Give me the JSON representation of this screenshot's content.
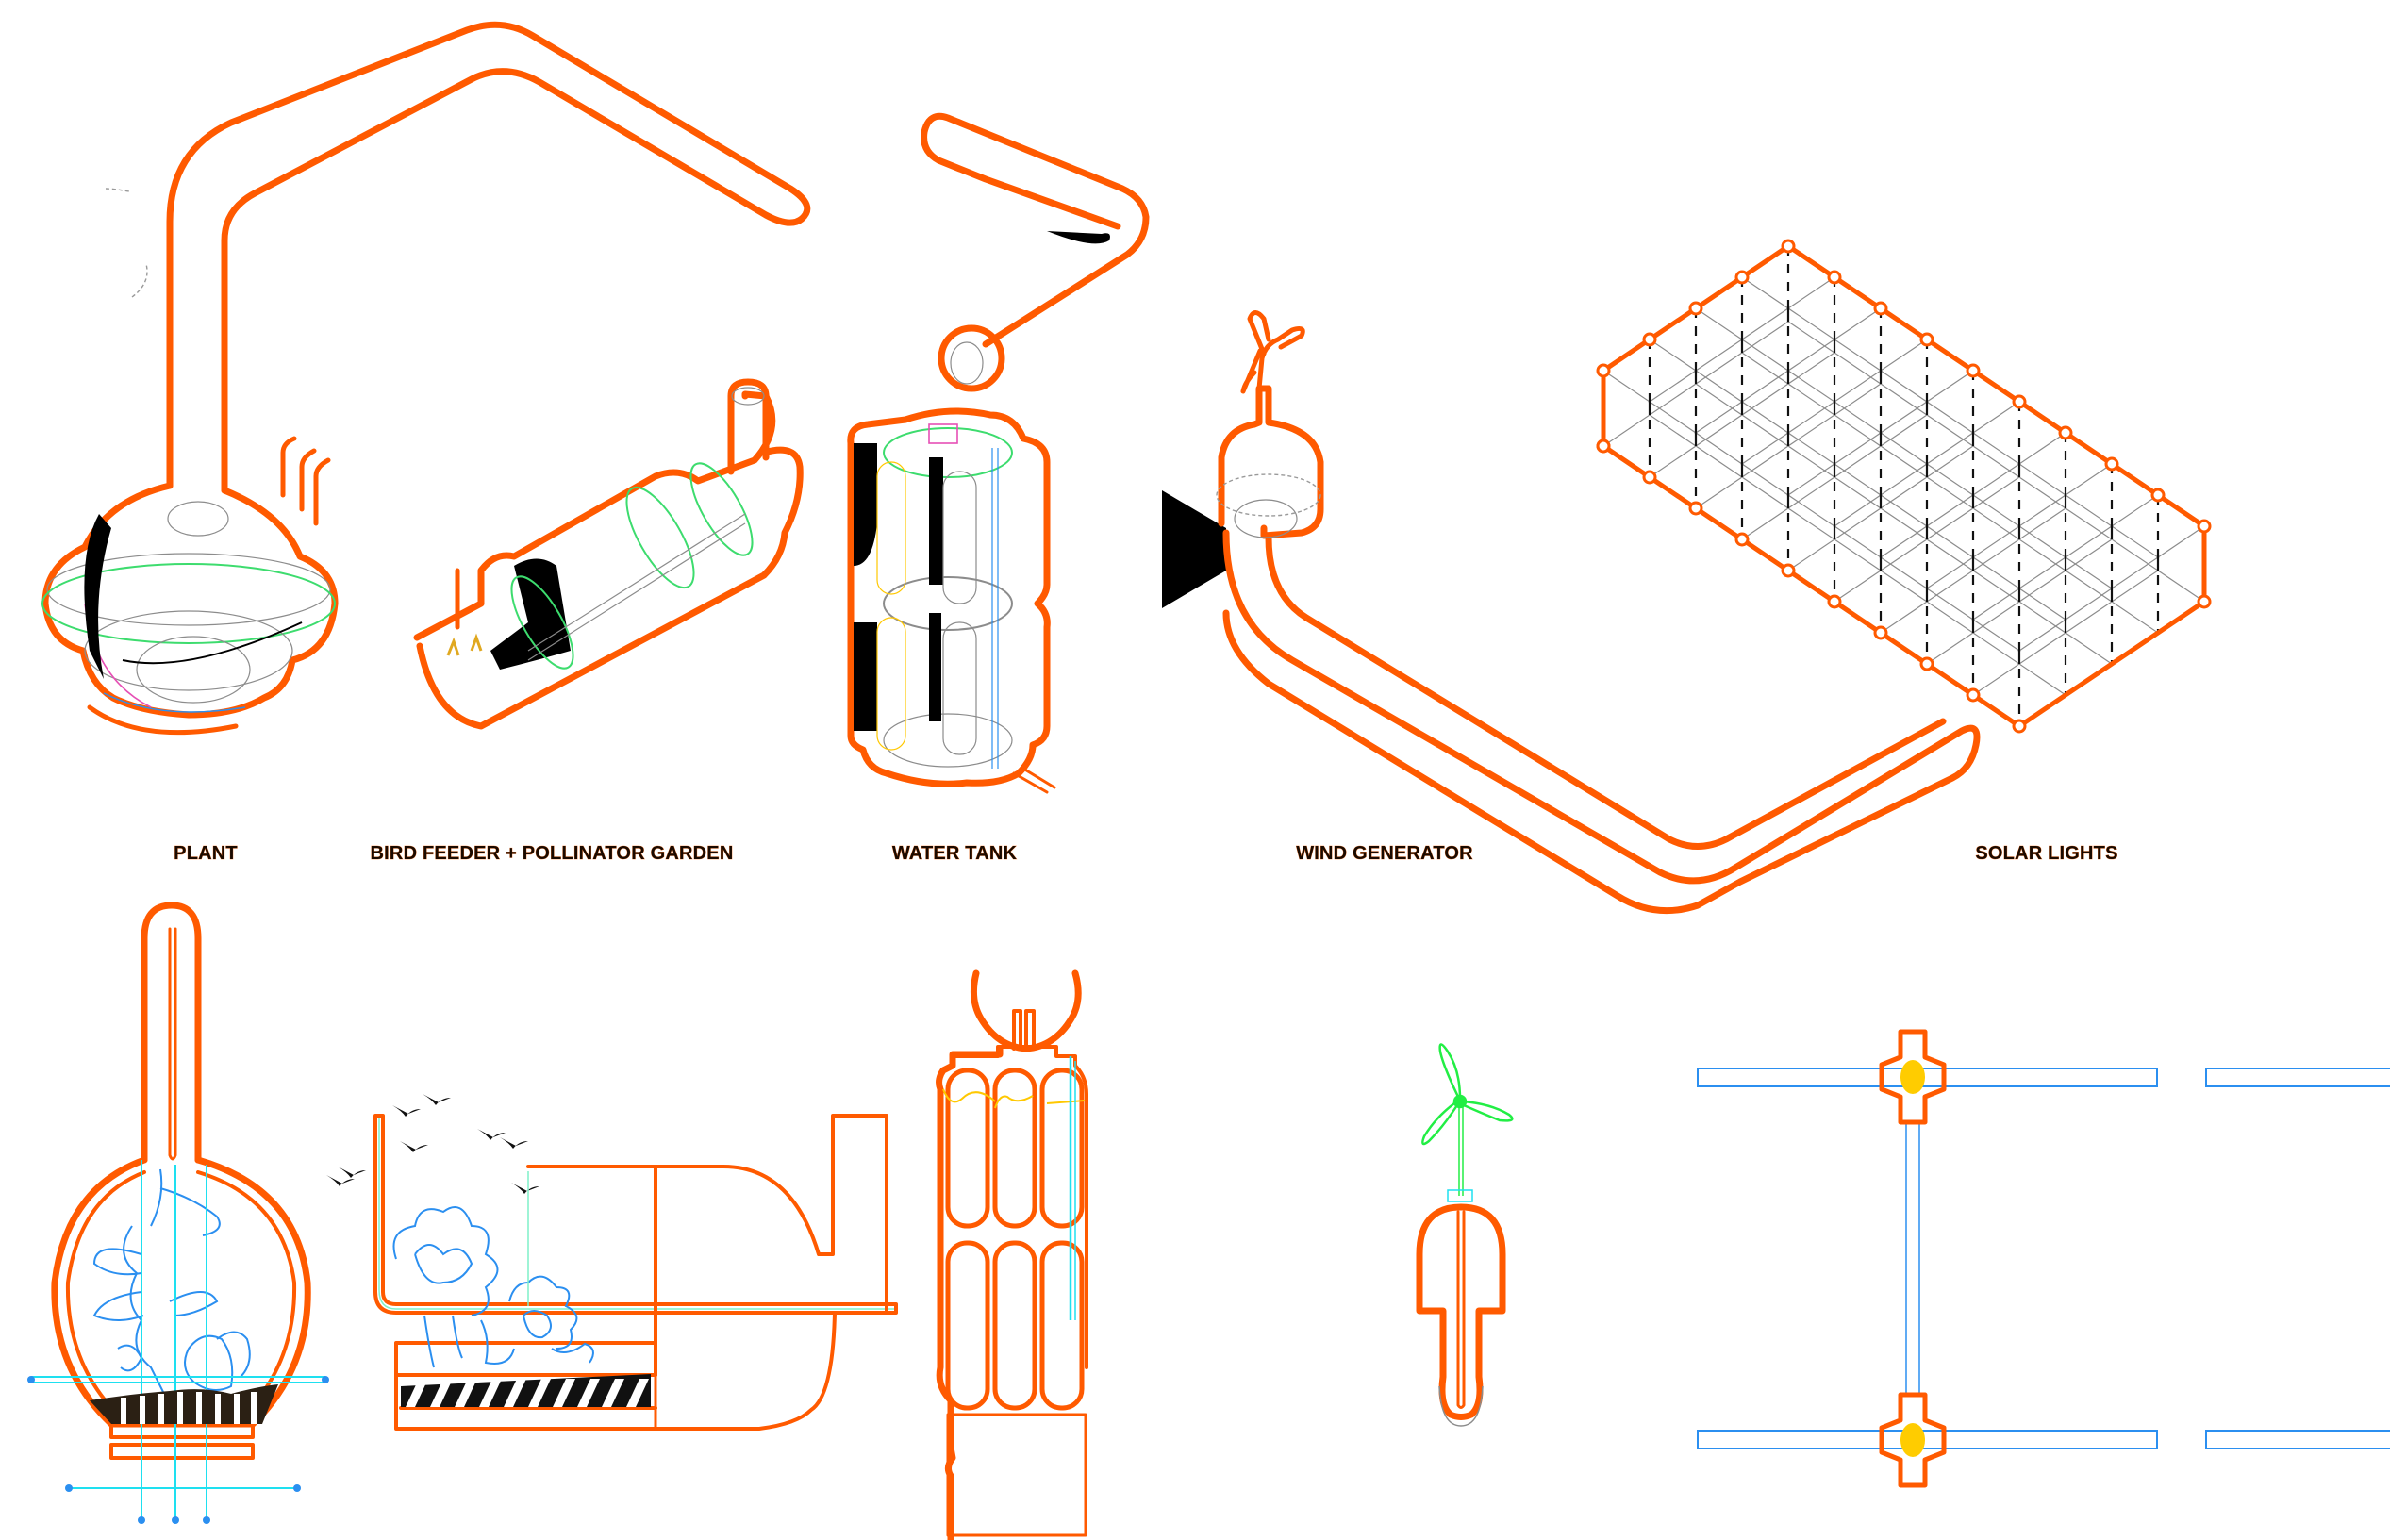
{
  "diagram": {
    "title": "Modular infrastructure components — isometric and section views",
    "colors": {
      "outline": "#ff5a00",
      "label_text": "#1a0a00",
      "plant_foliage": "#2b8ff0",
      "irrigation": "#1ee0f0",
      "turbine": "#22ee44",
      "solar_light": "#ffcc00",
      "soil": "#2b2014"
    },
    "labels": {
      "plant": "PLANT",
      "bird_feeder": "BIRD FEEDER + POLLINATOR GARDEN",
      "water_tank": "WATER TANK",
      "wind_generator": "WIND GENERATOR",
      "solar_lights": "SOLAR LIGHTS"
    },
    "components": [
      {
        "id": "plant",
        "label": "PLANT",
        "views": [
          "isometric",
          "section"
        ],
        "section_features": [
          "tall tube stem",
          "egg-shaped planter",
          "foliage",
          "striped soil layer",
          "irrigation pipes"
        ]
      },
      {
        "id": "bird_feeder",
        "label": "BIRD FEEDER + POLLINATOR GARDEN",
        "views": [
          "isometric",
          "section"
        ],
        "section_features": [
          "birds in flight",
          "pollinator plants",
          "hatched soil bed",
          "elbow pipe"
        ]
      },
      {
        "id": "water_tank",
        "label": "WATER TANK",
        "views": [
          "isometric",
          "section"
        ],
        "section_features": [
          "six capsule bottles",
          "water level line",
          "inlet ring"
        ]
      },
      {
        "id": "wind_generator",
        "label": "WIND GENERATOR",
        "views": [
          "isometric",
          "section"
        ],
        "section_features": [
          "three-blade turbine",
          "dome housing",
          "long pipe"
        ]
      },
      {
        "id": "solar_lights",
        "label": "SOLAR LIGHTS",
        "views": [
          "isometric",
          "plan"
        ],
        "section_features": [
          "triangulated space frame",
          "cross connectors",
          "yellow light nodes"
        ]
      }
    ],
    "bird_count": 8
  }
}
